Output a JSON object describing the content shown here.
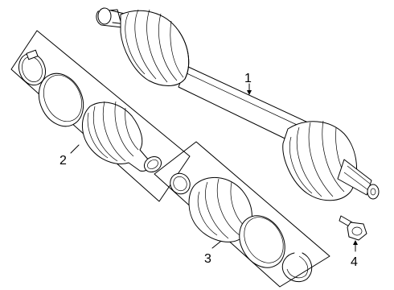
{
  "callouts": {
    "axle_shaft": "1",
    "outer_boot_kit": "2",
    "inner_boot_kit": "3",
    "bolt": "4"
  }
}
